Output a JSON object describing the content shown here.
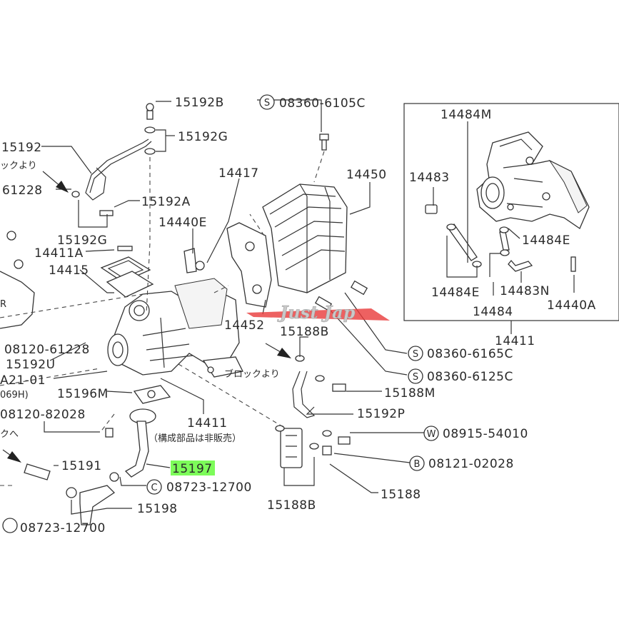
{
  "labels": {
    "p15192B": "15192B",
    "p15192G_top": "15192G",
    "p15192": "15192",
    "p_jp_left_top": "ックより",
    "p61228": "61228",
    "p15192A": "15192A",
    "p14440E_mid": "14440E",
    "p15192G_bot": "15192G",
    "p14411A": "14411A",
    "p14415": "14415",
    "p14417": "14417",
    "p08360_6105C": "08360-6105C",
    "p14450": "14450",
    "p14452": "14452",
    "p14484M": "14484M",
    "p14483": "14483",
    "p14484E_r": "14484E",
    "p14484E_l": "14484E",
    "p14483N": "14483N",
    "p14484": "14484",
    "p14440A": "14440A",
    "p14411_box": "14411",
    "p15188B_top": "15188B",
    "p08360_6165C": "08360-6165C",
    "p_jp_block": "ブロックより",
    "p08360_6125C": "08360-6125C",
    "p15188M": "15188M",
    "p15192P": "15192P",
    "p08915_54010": "08915-54010",
    "p08121_02028": "08121-02028",
    "p15188": "15188",
    "p15188B_bot": "15188B",
    "p08120_61228": "08120-61228",
    "p15192U": "15192U",
    "pA21_01": "A21-01",
    "p069H": "069H)",
    "p15196M": "15196M",
    "p08120_82028": "08120-82028",
    "p_jp_left_bot": "クへ",
    "p14411_main": "14411",
    "p_jp_not_sold": "（構成部品は非販売）",
    "p15191": "15191",
    "p15197": "15197",
    "p08723_12700": "08723-12700",
    "p15198": "15198",
    "p08723_cut": "08723-12700",
    "pR": "R"
  },
  "prefix_marks": {
    "S": "S",
    "W": "W",
    "B": "B",
    "C": "C"
  },
  "highlight": {
    "part": "15197",
    "color": "#7dfc5a"
  },
  "watermark": {
    "text": "Just Jap"
  }
}
